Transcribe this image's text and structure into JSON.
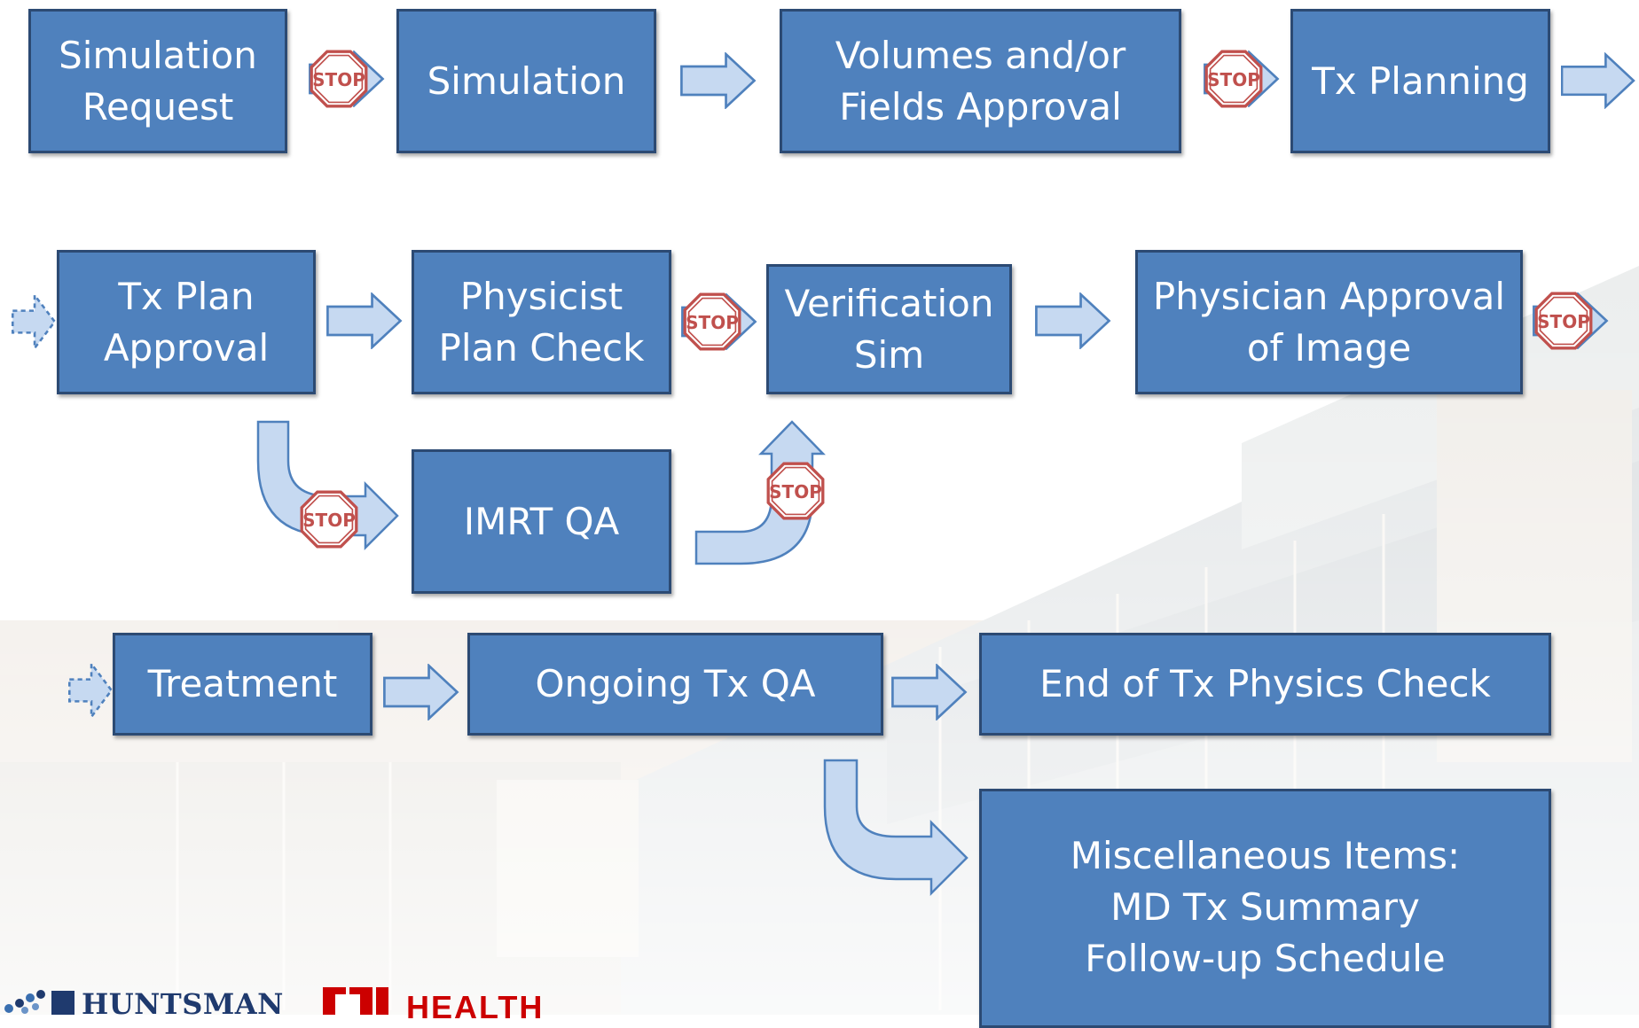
{
  "colors": {
    "box_fill": "#4f81bd",
    "box_border": "#2c4a73",
    "arrow_fill": "#c6d9f1",
    "arrow_stroke": "#4f81bd",
    "stop_red": "#c0504d",
    "health_red": "#cc0000",
    "huntsman_navy": "#1f3a6e"
  },
  "steps": {
    "simulation_request": "Simulation\nRequest",
    "simulation": "Simulation",
    "volumes_fields_approval": "Volumes and/or\nFields Approval",
    "tx_planning": "Tx Planning",
    "tx_plan_approval": "Tx Plan\nApproval",
    "physicist_plan_check": "Physicist\nPlan Check",
    "verification_sim": "Verification\nSim",
    "physician_approval_image": "Physician Approval\nof Image",
    "imrt_qa": "IMRT QA",
    "treatment": "Treatment",
    "ongoing_tx_qa": "Ongoing Tx QA",
    "end_of_tx_physics_check": "End of Tx Physics Check",
    "miscellaneous_items": "Miscellaneous Items:\nMD Tx Summary\nFollow-up Schedule"
  },
  "stop_sign_text": "STOP",
  "icons": [
    "stop-sign-icon",
    "block-arrow-icon",
    "bent-arrow-icon",
    "dashed-arrow-icon"
  ],
  "logos": {
    "huntsman": "HUNTSMAN",
    "health": "HEALTH"
  }
}
